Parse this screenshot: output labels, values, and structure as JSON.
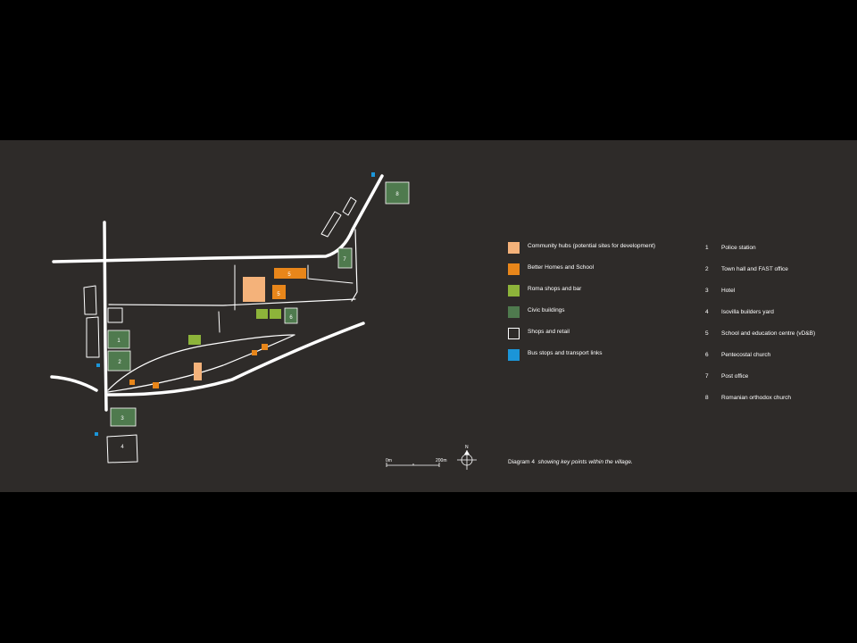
{
  "colors": {
    "background": "#2e2b29",
    "community_hubs": "#f4b27a",
    "better_homes_school": "#e8861a",
    "roma_shops_bar": "#8db43a",
    "civic_buildings": "#4f7a4e",
    "shops_retail": "#2e2b29",
    "bus_stops": "#1b95d8",
    "roads": "#ffffff"
  },
  "legend": [
    {
      "label": "Community hubs (potential sites for development)",
      "color": "#f4b27a",
      "outline": false
    },
    {
      "label": "Better Homes and School",
      "color": "#e8861a",
      "outline": false
    },
    {
      "label": "Roma shops and bar",
      "color": "#8db43a",
      "outline": false
    },
    {
      "label": "Civic buildings",
      "color": "#4f7a4e",
      "outline": false
    },
    {
      "label": "Shops and retail",
      "color": "#2e2b29",
      "outline": true
    },
    {
      "label": "Bus stops and transport links",
      "color": "#1b95d8",
      "outline": false
    }
  ],
  "key_points": [
    {
      "num": "1",
      "label": "Police station"
    },
    {
      "num": "2",
      "label": "Town hall and FAST office"
    },
    {
      "num": "3",
      "label": "Hotel"
    },
    {
      "num": "4",
      "label": "Isovilla builders yard"
    },
    {
      "num": "5",
      "label": "School and education centre (vD&B)"
    },
    {
      "num": "6",
      "label": "Pentecostal church"
    },
    {
      "num": "7",
      "label": "Post office"
    },
    {
      "num": "8",
      "label": "Romanian orthodox church"
    }
  ],
  "map_labels": [
    "1",
    "2",
    "3",
    "4",
    "5",
    "6",
    "7",
    "8"
  ],
  "scale": {
    "start": "0m",
    "end": "200m"
  },
  "north": "N",
  "caption": {
    "prefix": "Diagram 4",
    "text": "showing key points within the village."
  }
}
